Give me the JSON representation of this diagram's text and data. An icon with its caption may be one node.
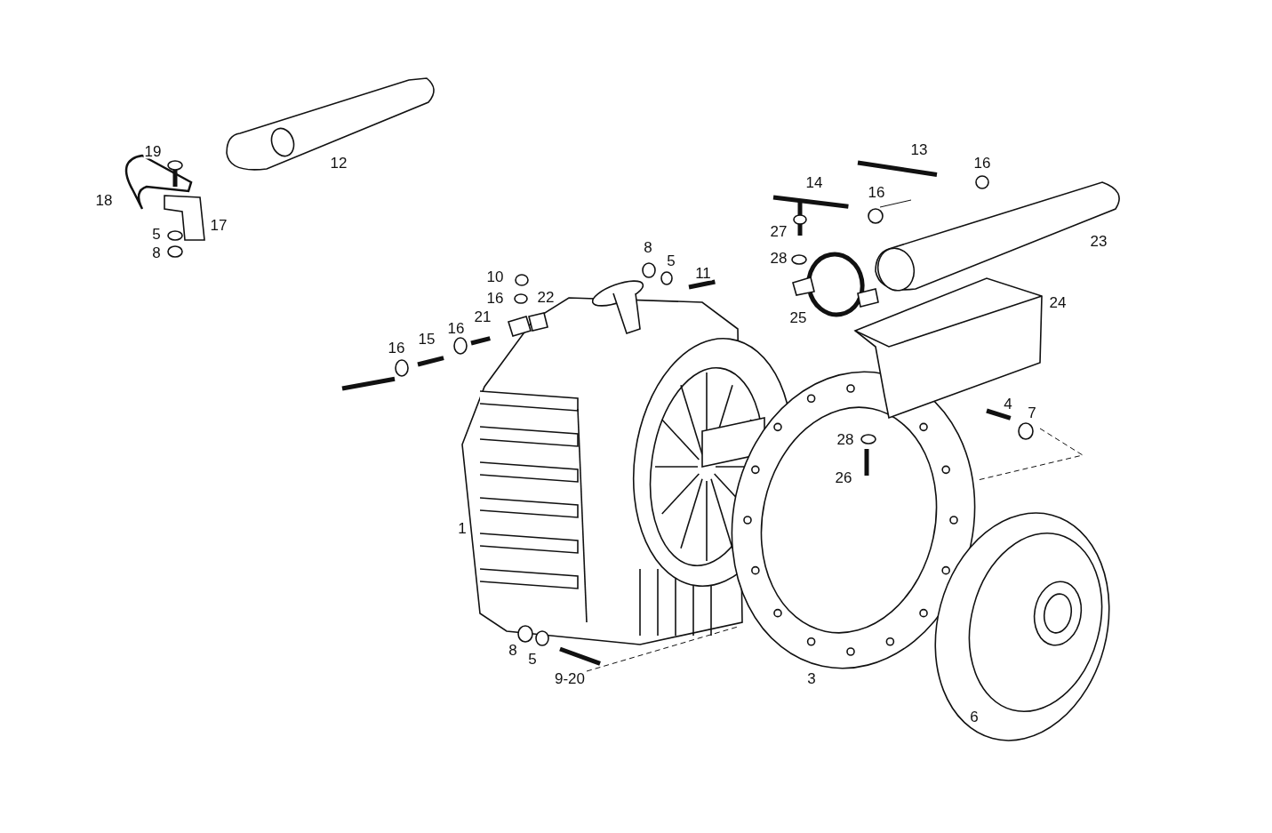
{
  "diagram": {
    "labels": [
      "19",
      "12",
      "13",
      "16",
      "14",
      "16",
      "18",
      "17",
      "27",
      "23",
      "5",
      "8",
      "28",
      "8",
      "5",
      "11",
      "10",
      "16",
      "22",
      "25",
      "24",
      "16",
      "15",
      "16",
      "21",
      "4",
      "7",
      "28",
      "26",
      "1",
      "8",
      "5",
      "9-20",
      "3",
      "6"
    ]
  }
}
